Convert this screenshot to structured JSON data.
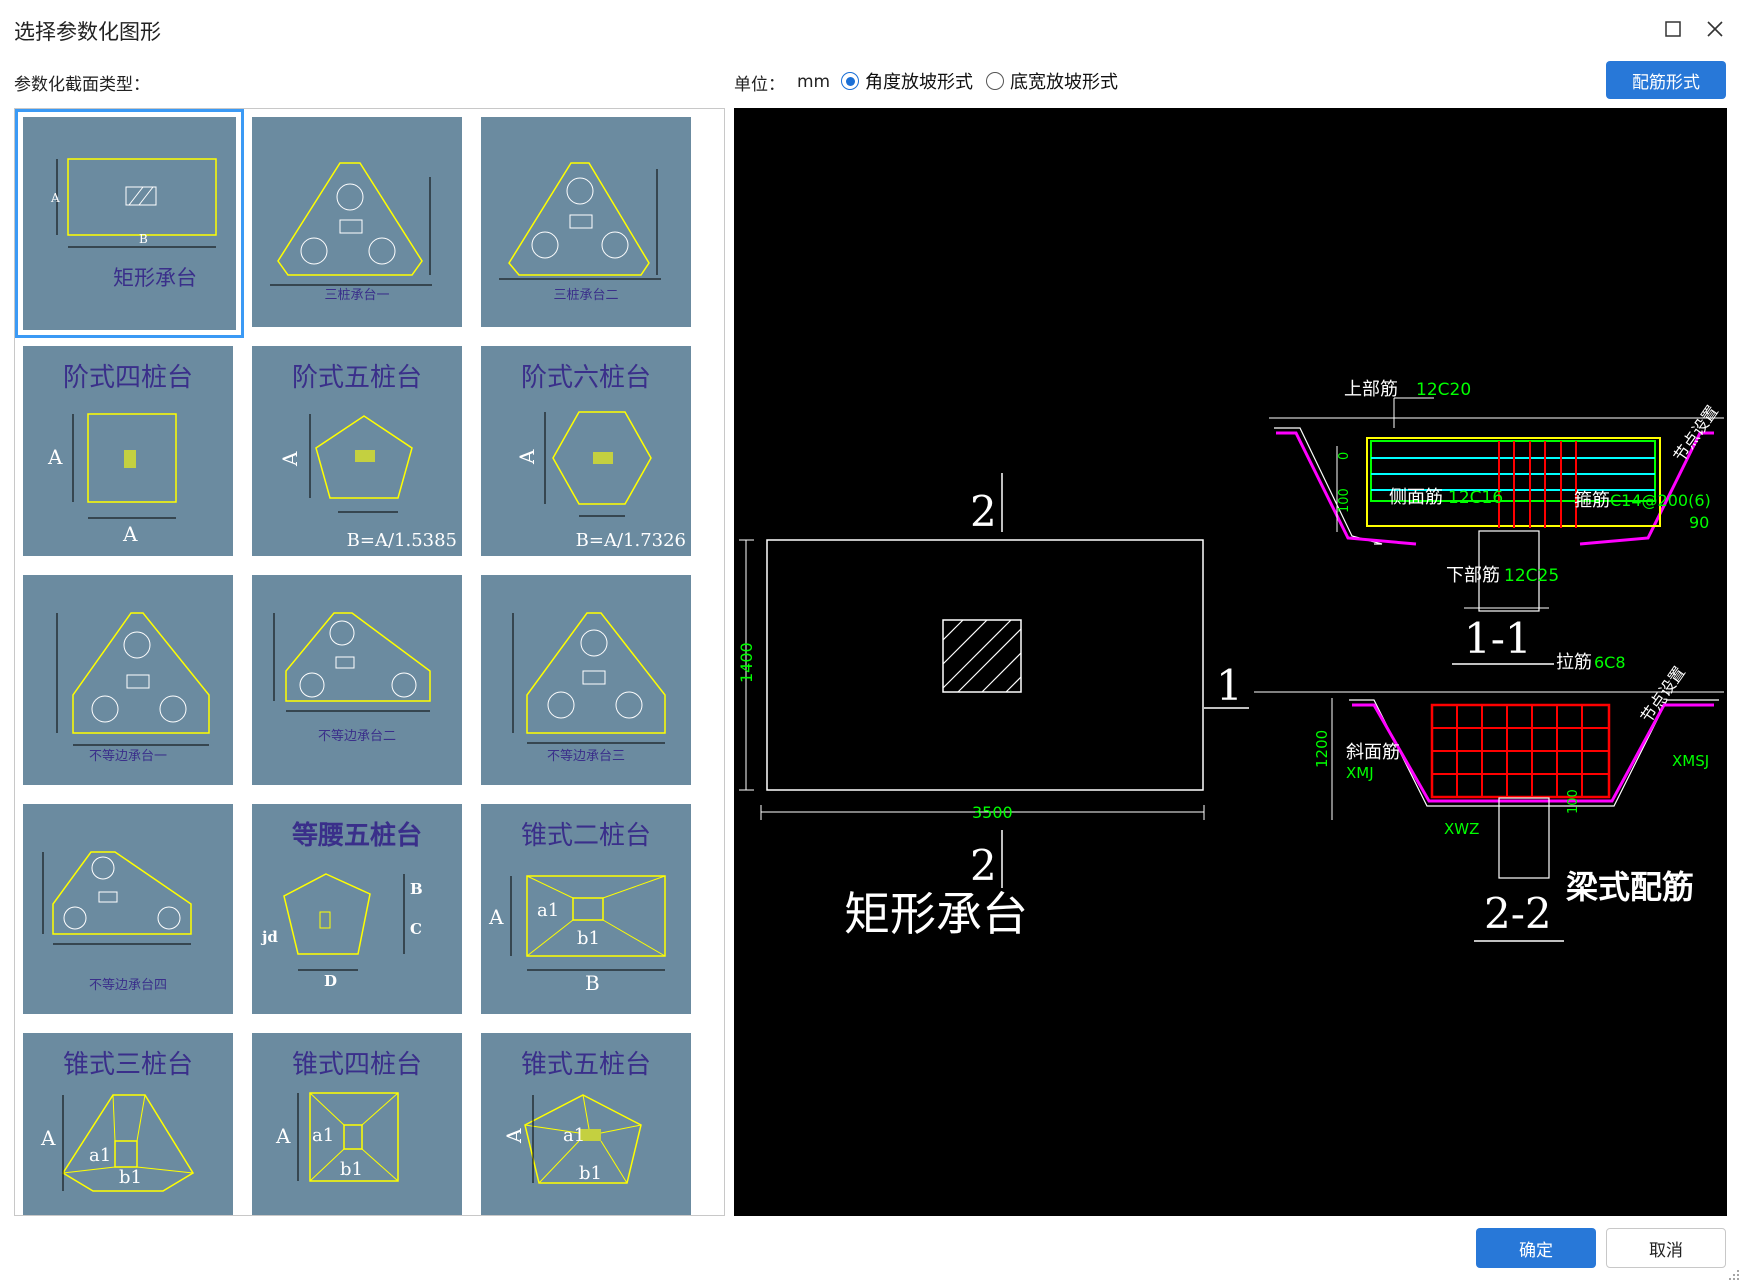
{
  "window": {
    "title": "选择参数化图形",
    "maximize_icon": "maximize-icon",
    "close_icon": "close-icon"
  },
  "toolbar": {
    "section_label": "参数化截面类型：",
    "unit_label": "单位：",
    "unit_value": "mm",
    "radio_angle": "角度放坡形式",
    "radio_width": "底宽放坡形式",
    "selected_radio": "radio_angle",
    "rebar_button": "配筋形式"
  },
  "tiles": [
    {
      "caption": "矩形承台",
      "selected": true
    },
    {
      "caption": "三桩承台一"
    },
    {
      "caption": "三桩承台二"
    },
    {
      "caption": "阶式四桩台"
    },
    {
      "caption": "阶式五桩台",
      "note": "B=A/1.5385"
    },
    {
      "caption": "阶式六桩台",
      "note": "B=A/1.7326"
    },
    {
      "caption": "不等边承台一"
    },
    {
      "caption": "不等边承台二"
    },
    {
      "caption": "不等边承台三"
    },
    {
      "caption": "不等边承台四"
    },
    {
      "caption": "等腰五桩台"
    },
    {
      "caption": "锥式二桩台"
    },
    {
      "caption": "锥式三桩台"
    },
    {
      "caption": "锥式四桩台"
    },
    {
      "caption": "锥式五桩台"
    }
  ],
  "tile_labels": {
    "A": "A",
    "B": "B",
    "C": "C",
    "D": "D",
    "jd": "jd",
    "a1": "a1",
    "b1": "b1"
  },
  "preview": {
    "section_mark": "2",
    "side_mark": "1",
    "dim_height": "1400",
    "dim_width": "3500",
    "shape_name": "矩形承台",
    "label_top_rebar": "上部筋",
    "val_top_rebar": "12C20",
    "label_side_rebar": "侧面筋",
    "val_side_rebar": "12C16",
    "label_stirrup": "箍筋",
    "val_stirrup": "C14@200(6)",
    "label_bottom_rebar": "下部筋",
    "val_bottom_rebar": "12C25",
    "label_node": "节点设置",
    "angle_90": "90",
    "dim_0": "0",
    "dim_100": "100",
    "section_1": "1-1",
    "label_tie": "拉筋",
    "val_tie": "6C8",
    "label_slope": "斜面筋",
    "val_xmj": "XMJ",
    "val_xmsj": "XMSJ",
    "val_xwz": "XWZ",
    "dim_1200": "1200",
    "section_2": "2-2",
    "beam_label": "梁式配筋"
  },
  "footer": {
    "ok": "确定",
    "cancel": "取消"
  },
  "colors": {
    "accent": "#2878d8",
    "tile_bg": "#6b8ba0",
    "cad_yellow": "#ffff00",
    "cad_green": "#00ff00",
    "cad_cyan": "#00ffff",
    "cad_magenta": "#ff00ff",
    "cad_red": "#ff0000"
  }
}
